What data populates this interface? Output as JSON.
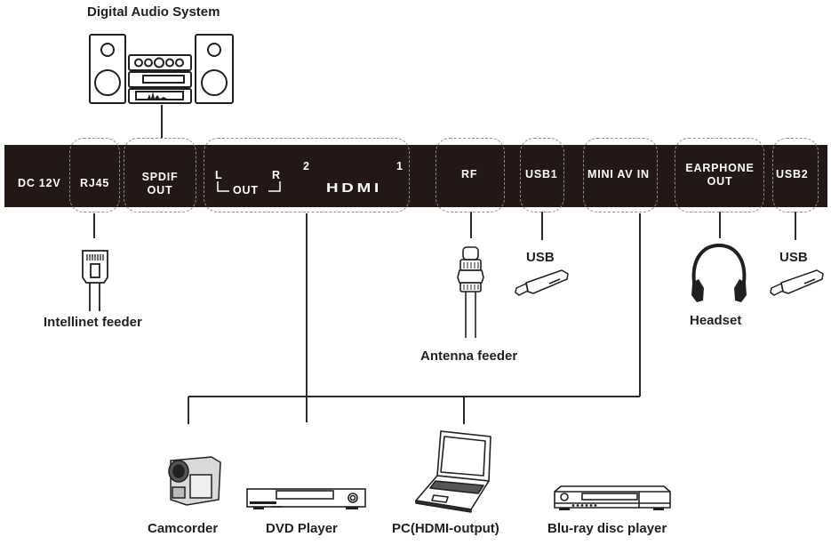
{
  "title": "Digital Audio System",
  "panel": {
    "ports": [
      {
        "id": "dc12v",
        "label": "DC 12V"
      },
      {
        "id": "rj45",
        "label": "RJ45"
      },
      {
        "id": "spdif",
        "label_line1": "SPDIF",
        "label_line2": "OUT"
      },
      {
        "id": "audio-out",
        "left": "L",
        "right": "R",
        "out": "OUT"
      },
      {
        "id": "hdmi",
        "label": "HDMI",
        "num2": "2",
        "num1": "1"
      },
      {
        "id": "rf",
        "label": "RF"
      },
      {
        "id": "usb1",
        "label": "USB1"
      },
      {
        "id": "mini-av-in",
        "label": "MINI AV IN"
      },
      {
        "id": "earphone-out",
        "label_line1": "EARPHONE",
        "label_line2": "OUT"
      },
      {
        "id": "usb2",
        "label": "USB2"
      }
    ]
  },
  "peripherals": {
    "intellinet": {
      "label": "Intellinet feeder",
      "icon": "rj45-plug-icon"
    },
    "antenna": {
      "label": "Antenna feeder",
      "icon": "coax-plug-icon"
    },
    "usb1_device": {
      "label": "USB",
      "icon": "usb-stick-icon"
    },
    "headset": {
      "label": "Headset",
      "icon": "headphones-icon"
    },
    "usb2_device": {
      "label": "USB",
      "icon": "usb-stick-icon"
    }
  },
  "sources": [
    {
      "label": "Camcorder",
      "icon": "camcorder-icon"
    },
    {
      "label": "DVD Player",
      "icon": "dvd-player-icon"
    },
    {
      "label": "PC(HDMI-output)",
      "icon": "laptop-icon"
    },
    {
      "label": "Blu-ray disc player",
      "icon": "bluray-player-icon"
    }
  ],
  "colors": {
    "panel": "#231815",
    "panel_text": "#ffffff",
    "dashed_outline": "#8c8c8c",
    "ink": "#231f20"
  }
}
